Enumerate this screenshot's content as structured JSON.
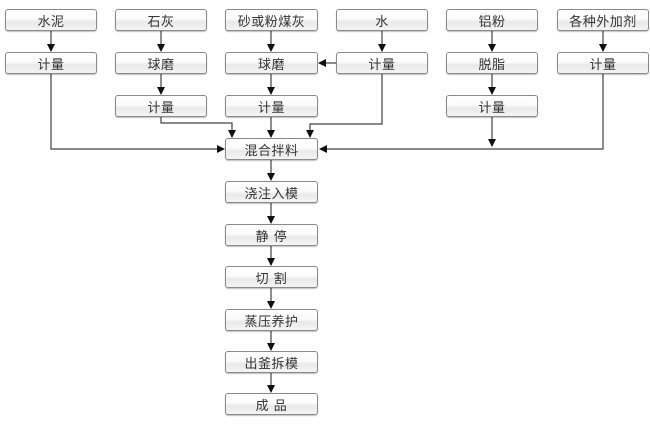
{
  "title": "加气混凝土生产工艺流程",
  "raw_materials": [
    {
      "name": "水泥",
      "steps": [
        "计量"
      ]
    },
    {
      "name": "石灰",
      "steps": [
        "球磨",
        "计量"
      ]
    },
    {
      "name": "砂或粉煤灰",
      "steps": [
        "球磨",
        "计量"
      ]
    },
    {
      "name": "水",
      "steps": [
        "计量"
      ]
    },
    {
      "name": "铝粉",
      "steps": [
        "脱脂",
        "计量"
      ]
    },
    {
      "name": "各种外加剂",
      "steps": [
        "计量"
      ]
    }
  ],
  "main_process": [
    "混合拌料",
    "浇注入模",
    "静 停",
    "切 割",
    "蒸压养护",
    "出釜拆模",
    "成 品"
  ],
  "connections": [
    {
      "from": "水.计量",
      "to": "砂或粉煤灰.球磨"
    },
    {
      "from": "水泥.计量",
      "to": "混合拌料"
    },
    {
      "from": "石灰.计量",
      "to": "混合拌料"
    },
    {
      "from": "砂或粉煤灰.计量",
      "to": "混合拌料"
    },
    {
      "from": "水.计量",
      "to": "混合拌料"
    },
    {
      "from": "铝粉.计量",
      "to": "混合拌料"
    },
    {
      "from": "各种外加剂.计量",
      "to": "混合拌料"
    }
  ],
  "colors": {
    "line": "#333333",
    "box_border": "#8a8a8a",
    "text": "#333333"
  }
}
